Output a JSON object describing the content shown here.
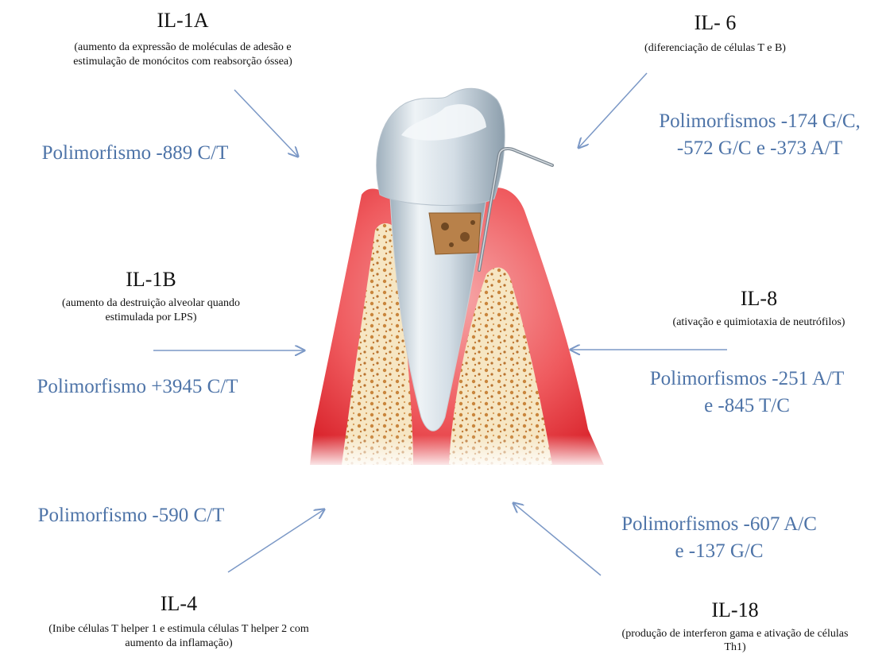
{
  "colors": {
    "poly_text": "#4e74a8",
    "arrow": "#7b98c6",
    "gum": "#e8323a",
    "bone": "#f4e3bf",
    "tooth": "#d9e3ea",
    "caries": "#b8814a"
  },
  "il1a": {
    "title": "IL-1A",
    "desc1": "(aumento da expressão de moléculas de adesão e",
    "desc2": "estimulação de monócitos com reabsorção óssea)",
    "poly": "Polimorfismo -889 C/T"
  },
  "il6": {
    "title": "IL- 6",
    "desc1": "(diferenciação de células T e B)",
    "poly1": "Polimorfismos -174 G/C,",
    "poly2": "-572 G/C e -373 A/T"
  },
  "il1b": {
    "title": "IL-1B",
    "desc1": "(aumento da destruição alveolar quando",
    "desc2": "estimulada por LPS)",
    "poly": "Polimorfismo +3945 C/T"
  },
  "il8": {
    "title": "IL-8",
    "desc1": "(ativação e quimiotaxia de neutrófilos)",
    "poly1": "Polimorfismos -251 A/T",
    "poly2": "e -845 T/C"
  },
  "il4": {
    "title": "IL-4",
    "desc1": "(Inibe células T helper 1 e estimula células T helper 2 com",
    "desc2": "aumento da inflamação)",
    "poly": "Polimorfismo -590 C/T"
  },
  "il18": {
    "title": "IL-18",
    "desc1": "(produção de interferon gama e ativação de células",
    "desc2": "Th1)",
    "poly1": "Polimorfismos -607 A/C",
    "poly2": "e -137 G/C"
  }
}
